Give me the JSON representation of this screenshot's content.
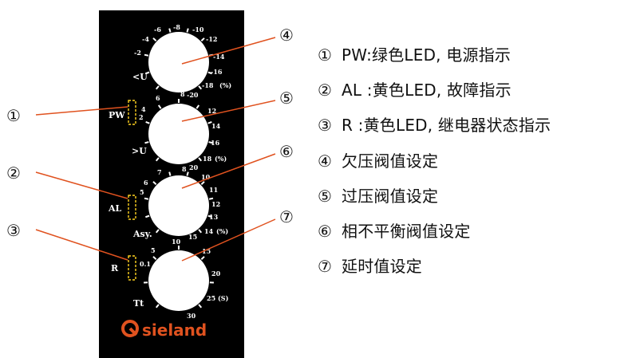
{
  "panel": {
    "brand": "sieland",
    "brand_color": "#e0521f",
    "background": "#000000",
    "indicator_color": "#ffd21f"
  },
  "knobs": [
    {
      "id": "undervoltage",
      "label": "<U",
      "unit": "(%)",
      "ticks": [
        "-2",
        "-4",
        "-6",
        "-8",
        "-10",
        "-12",
        "-14",
        "-16",
        "-18",
        "-20"
      ]
    },
    {
      "id": "overvoltage",
      "label": ">U",
      "unit": "(%)",
      "ticks": [
        "2",
        "4",
        "6",
        "8",
        "12",
        "14",
        "16",
        "18",
        "20"
      ]
    },
    {
      "id": "asymmetry",
      "label": "Asy.",
      "unit": "(%)",
      "ticks": [
        "5",
        "6",
        "7",
        "8",
        "10",
        "11",
        "12",
        "13",
        "14",
        "15"
      ]
    },
    {
      "id": "delay",
      "label": "Tt",
      "unit": "(S)",
      "ticks": [
        "0.1",
        "5",
        "10",
        "15",
        "20",
        "25",
        "30"
      ]
    }
  ],
  "indicators": [
    {
      "label": "PW"
    },
    {
      "label": "AL"
    },
    {
      "label": "R"
    }
  ],
  "markers": [
    "①",
    "②",
    "③",
    "④",
    "⑤",
    "⑥",
    "⑦"
  ],
  "legend": [
    {
      "num": "①",
      "text": "PW:绿色LED, 电源指示"
    },
    {
      "num": "②",
      "text": "AL :黄色LED, 故障指示"
    },
    {
      "num": "③",
      "text": "R :黄色LED, 继电器状态指示"
    },
    {
      "num": "④",
      "text": "欠压阀值设定"
    },
    {
      "num": "⑤",
      "text": "过压阀值设定"
    },
    {
      "num": "⑥",
      "text": "相不平衡阀值设定"
    },
    {
      "num": "⑦",
      "text": "延时值设定"
    }
  ]
}
